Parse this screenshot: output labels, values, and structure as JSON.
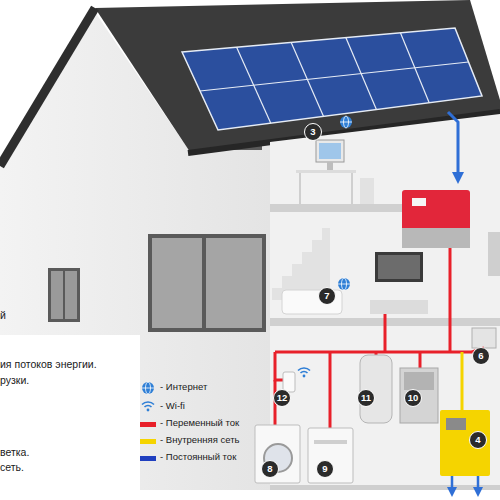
{
  "diagram": {
    "nodes": [
      {
        "text": [
          "3"
        ]
      },
      {
        "text": [
          "7"
        ]
      },
      {
        "text": [
          "6"
        ]
      },
      {
        "text": [
          "12"
        ]
      },
      {
        "text": [
          "11"
        ]
      },
      {
        "text": [
          "10"
        ]
      },
      {
        "text": [
          "4"
        ]
      },
      {
        "text": [
          "8"
        ]
      },
      {
        "text": [
          "9"
        ]
      }
    ],
    "labels": [
      "й",
      "ия потоков энергии.",
      "рузки.",
      "ветка.",
      "сеть."
    ],
    "legend": [
      {
        "text": "- Интернет"
      },
      {
        "text": "- Wi-fi"
      },
      {
        "text": "- Переменный ток",
        "color": "#e8202a"
      },
      {
        "text": "- Внутренняя сеть",
        "color": "#f5d400"
      },
      {
        "text": "- Постоянный ток",
        "color": "#1f3fbf"
      }
    ]
  }
}
